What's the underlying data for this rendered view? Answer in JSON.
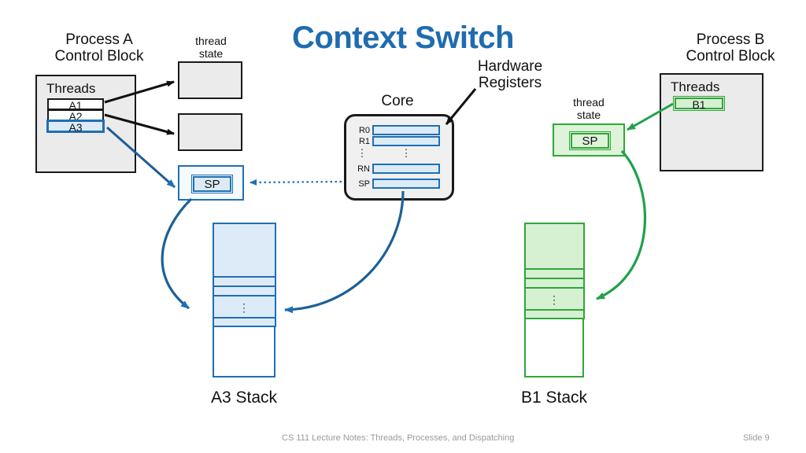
{
  "slide": {
    "title": "Context Switch",
    "footer_left": "CS 111 Lecture Notes: Threads, Processes, and Dispatching",
    "footer_right": "Slide 9"
  },
  "colors": {
    "title_blue": "#1F6CB0",
    "accent_blue": "#1F6FB5",
    "accent_blue_fill": "#DCEBF7",
    "accent_green": "#2EA836",
    "accent_green_fill": "#D6F0D2",
    "gray_fill": "#EBEBEB",
    "black": "#1a1a1a"
  },
  "process_a": {
    "heading": "Process A\nControl Block",
    "threads_label": "Threads",
    "threads": [
      {
        "name": "A1",
        "active": false
      },
      {
        "name": "A2",
        "active": false
      },
      {
        "name": "A3",
        "active": true
      }
    ]
  },
  "process_b": {
    "heading": "Process B\nControl Block",
    "threads_label": "Threads",
    "threads": [
      {
        "name": "B1",
        "active": true
      }
    ]
  },
  "thread_state_a": {
    "label": "thread\nstate",
    "boxes": [
      {
        "kind": "gray",
        "content": ""
      },
      {
        "kind": "gray",
        "content": ""
      },
      {
        "kind": "blue",
        "content": "SP"
      }
    ]
  },
  "thread_state_b": {
    "label": "thread\nstate",
    "boxes": [
      {
        "kind": "green",
        "content": "SP"
      }
    ]
  },
  "core": {
    "label": "Core",
    "registers": [
      "R0",
      "R1",
      "RN",
      "SP"
    ],
    "ellipsis": "⋮"
  },
  "hardware_registers": {
    "label": "Hardware\nRegisters"
  },
  "stack_a": {
    "label": "A3 Stack",
    "ellipsis": "⋮"
  },
  "stack_b": {
    "label": "B1 Stack",
    "ellipsis": "⋮"
  }
}
